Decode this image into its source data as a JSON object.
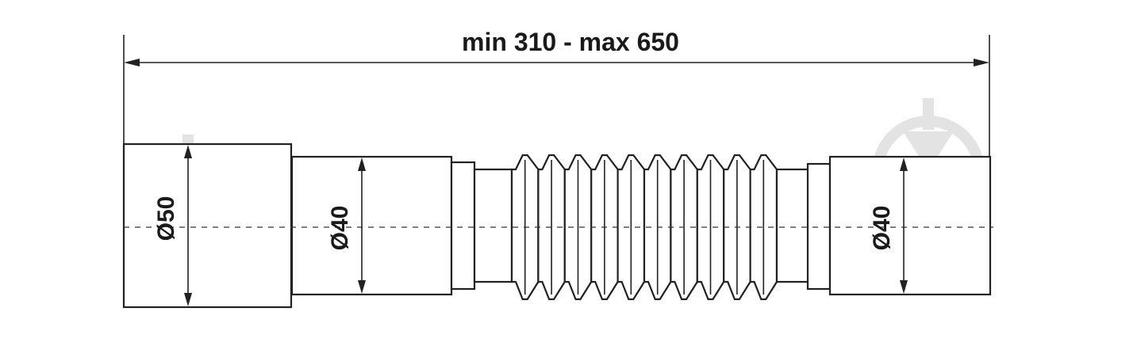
{
  "overall_dimension": "min 310 - max 650",
  "inlet_diameter": "Ø50",
  "middle_diameter": "Ø40",
  "outlet_diameter": "Ø40",
  "watermark_icon": "drop-arrow-logo-icon",
  "corrugation_count": 10
}
